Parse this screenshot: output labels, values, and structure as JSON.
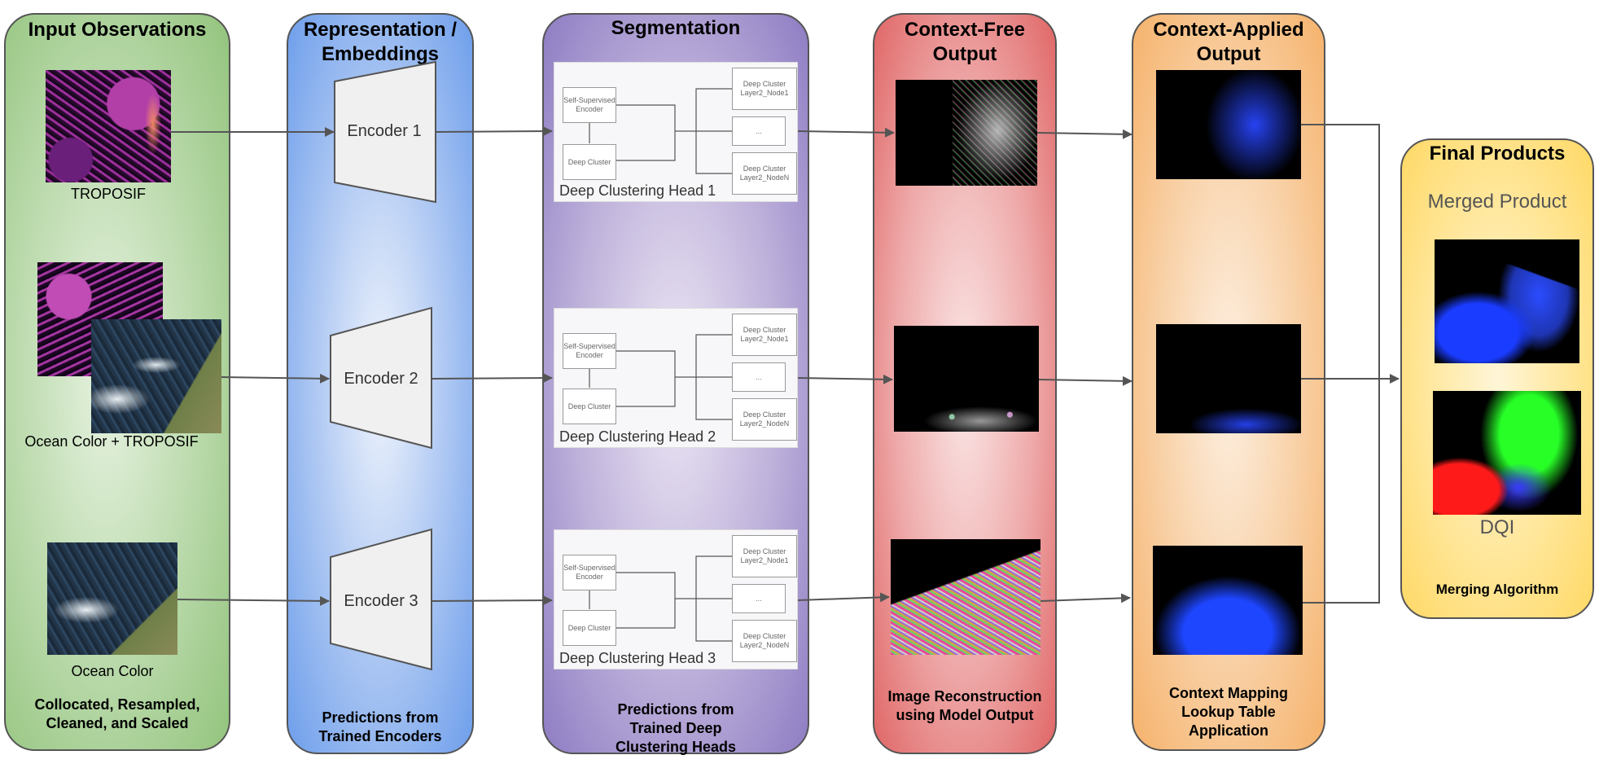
{
  "columns": {
    "input": {
      "title": "Input Observations",
      "footer": "Collocated, Resampled, Cleaned, and Scaled",
      "labels": [
        "TROPOSIF",
        "Ocean Color + TROPOSIF",
        "Ocean Color"
      ]
    },
    "representation": {
      "title": "Representation / Embeddings",
      "footer": "Predictions from Trained Encoders",
      "encoders": [
        "Encoder 1",
        "Encoder 2",
        "Encoder 3"
      ]
    },
    "segmentation": {
      "title": "Segmentation",
      "footer": "Predictions from Trained Deep Clustering Heads",
      "heads": [
        "Deep Clustering Head 1",
        "Deep Clustering Head 2",
        "Deep Clustering Head 3"
      ],
      "box_labels": {
        "encoder": "Self-Supervised Encoder",
        "cluster": "Deep Cluster",
        "node1": "Deep Cluster Layer2_Node1",
        "ellipsis": "...",
        "nodeN": "Deep Cluster Layer2_NodeN"
      }
    },
    "context_free": {
      "title": "Context-Free Output",
      "footer": "Image Reconstruction using Model Output"
    },
    "context_applied": {
      "title": "Context-Applied Output",
      "footer": "Context Mapping Lookup Table Application"
    },
    "final": {
      "title": "Final Products",
      "merged_label": "Merged Product",
      "dqi_label": "DQI",
      "footer": "Merging Algorithm"
    }
  },
  "colors": {
    "input": "#93c47d",
    "representation": "#6d9eeb",
    "segmentation": "#8e7cc3",
    "context_free": "#e06666",
    "context_applied": "#f6b26b",
    "final": "#ffd966",
    "arrow": "#555555"
  }
}
